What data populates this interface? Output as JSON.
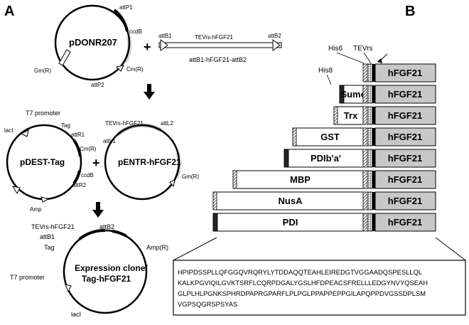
{
  "panels": {
    "a": "A",
    "b": "B"
  },
  "operator_plus": "+",
  "pdonr207": {
    "name": "pDONR207",
    "attP1": "attP1",
    "ccdB": "ccdB",
    "CmR": "Cm(R)",
    "attP2": "attP2",
    "GmR": "Gm(R)"
  },
  "insert": {
    "attB1": "attB1",
    "attB2": "attB2",
    "top_label": "TEVrs-hFGF21",
    "bottom_label": "attB1-hFGF21-attB2"
  },
  "pdest": {
    "name": "pDEST-Tag",
    "t7": "T7 promoter",
    "tag": "Tag",
    "attR1": "attR1",
    "lacI": "lacI",
    "CmR": "Cm(R)",
    "ccdB": "ccdB",
    "attR2": "attR2",
    "amp": "Amp"
  },
  "pentr": {
    "name": "pENTR-hFGF21",
    "tevrs": "TEVrs-hFGF21",
    "attL2": "attL2",
    "attL1": "attL1",
    "GmR": "Gm(R)"
  },
  "expression": {
    "name_line1": "Expression clone/",
    "name_line2": "Tag-hFGF21",
    "tevrs": "TEVrs-hFGF21",
    "attB2": "attB2",
    "attB1": "attB1",
    "tag": "Tag",
    "ampR": "Amp(R)",
    "t7": "T7 promoter",
    "lacI": "lacI"
  },
  "constructs": {
    "headers": {
      "his6": "His6",
      "tevrs": "TEVrs",
      "his8": "His8"
    },
    "fusion": "hFGF21",
    "rows": [
      {
        "tag": "",
        "his8": false
      },
      {
        "tag": "Sumo",
        "his8": true
      },
      {
        "tag": "Trx",
        "his8": false
      },
      {
        "tag": "GST",
        "his8": false
      },
      {
        "tag": "PDIb'a'",
        "his8": true
      },
      {
        "tag": "MBP",
        "his8": false
      },
      {
        "tag": "NusA",
        "his8": false
      },
      {
        "tag": "PDI",
        "his8": true
      }
    ]
  },
  "sequence": [
    "HPIPDSSPLLQFGGQVRQRYLYTDDAQQTEAHLEIREDGTVGGAADQSPESLLQL",
    "KALKPGVIQILGVKTSRFLCQRPDGALYGSLHFDPEACSFRELLLEDGYNVYQSEAH",
    "GLPLHLPGNKSPHRDPAPRGPARFLPLPGLPPAPPEPPGILAPQPPDVGSSDPLSM",
    "VGPSQGRSPSYAS"
  ],
  "colors": {
    "fusion_fill": "#c8c8c8",
    "box_fill": "#ffffff"
  }
}
